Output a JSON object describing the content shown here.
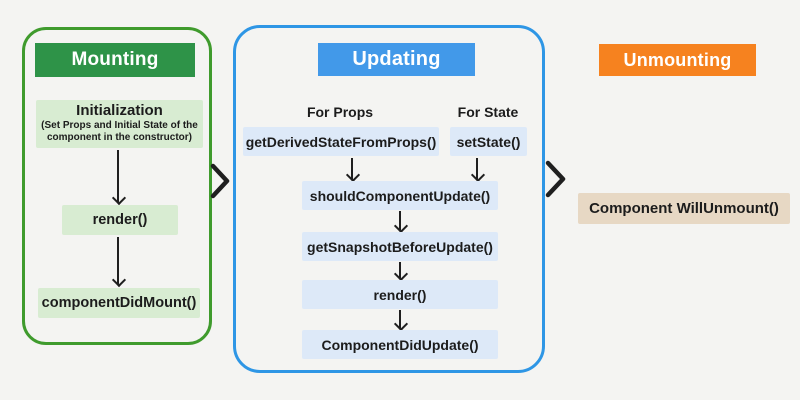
{
  "colors": {
    "background": "#f4f4f2",
    "mounting_border": "#3f9b2d",
    "mounting_header_bg": "#2e9348",
    "mounting_box_bg": "#d8ecd2",
    "updating_border": "#2e96e5",
    "updating_header_bg": "#4299e9",
    "updating_box_bg": "#dde9f8",
    "unmounting_header_bg": "#f6821f",
    "unmounting_box_bg": "#e7d8c4",
    "header_text": "#ffffff",
    "body_text": "#1c1c1c",
    "arrow": "#1f1f1f"
  },
  "phases": {
    "mounting": {
      "title": "Mounting",
      "steps": {
        "initialization": {
          "title": "Initialization",
          "subtitle": "(Set Props and Initial State of the component in the constructor)"
        },
        "render": "render()",
        "component_did_mount": "componentDidMount()"
      }
    },
    "updating": {
      "title": "Updating",
      "branch_labels": {
        "props": "For Props",
        "state": "For State"
      },
      "steps": {
        "get_derived_state_from_props": "getDerivedStateFromProps()",
        "set_state": "setState()",
        "should_component_update": "shouldComponentUpdate()",
        "get_snapshot_before_update": "getSnapshotBeforeUpdate()",
        "render": "render()",
        "component_did_update": "ComponentDidUpdate()"
      }
    },
    "unmounting": {
      "title": "Unmounting",
      "steps": {
        "component_will_unmount": "Component WillUnmount()"
      }
    }
  }
}
